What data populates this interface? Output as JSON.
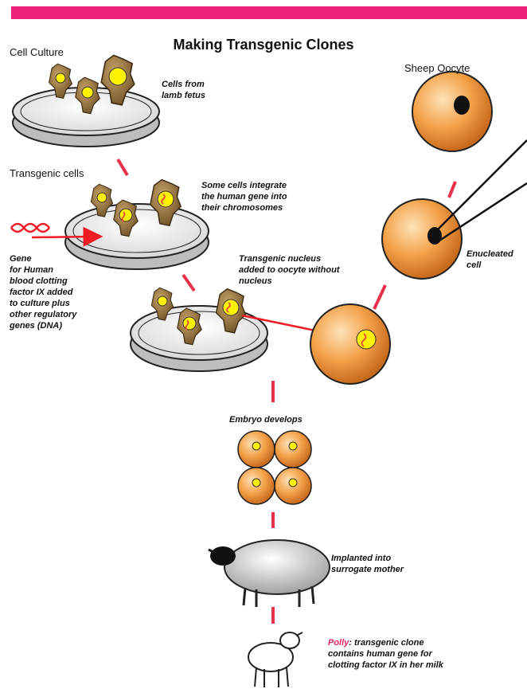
{
  "title": "Making Transgenic Clones",
  "labels": {
    "cell_culture": "Cell Culture",
    "cells_from": "Cells from\nlamb fetus",
    "transgenic_cells": "Transgenic cells",
    "integrate": "Some cells integrate\nthe human gene into\ntheir chromosomes",
    "gene": "Gene\nfor Human\nblood clotting\nfactor IX added\nto culture plus\nother regulatory\ngenes (DNA)",
    "nucleus_added": "Transgenic nucleus\nadded to oocyte without\nnucleus",
    "sheep_oocyte": "Sheep Oocyte",
    "enucleated": "Enucleated\ncell",
    "embryo": "Embryo develops",
    "implanted": "Implanted into\nsurrogate mother",
    "polly_name": "Polly",
    "polly_rest": ": transgenic clone\ncontains human gene for\nclotting factor IX in her milk"
  },
  "colors": {
    "top_bar": "#f0207a",
    "connector": "#e8304a",
    "arrow": "#ee1c25",
    "egg_fill": "#f4a24a",
    "egg_dark": "#c0641a",
    "cell_fill": "#9c7a45",
    "nucleus": "#fff200",
    "polly_text": "#e0245e"
  }
}
